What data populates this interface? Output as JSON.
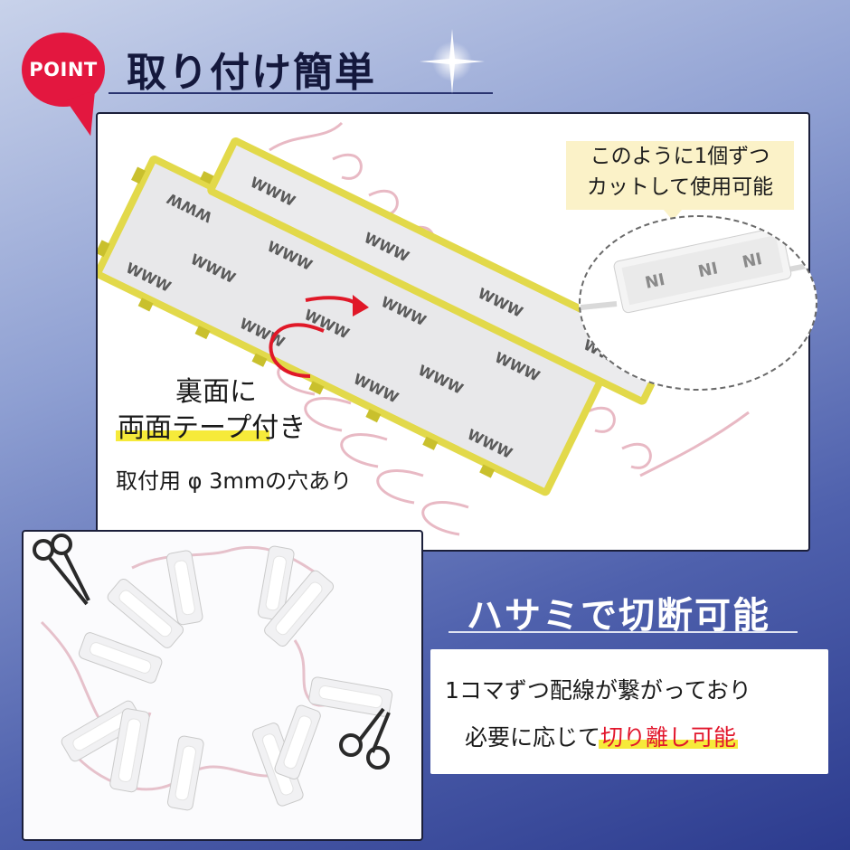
{
  "badge": {
    "label": "POINT"
  },
  "header": {
    "title": "取り付け簡単"
  },
  "callout": {
    "line1": "このように1個ずつ",
    "line2": "カットして使用可能"
  },
  "labels": {
    "back": "裏面に",
    "tape": "両面テープ付き",
    "hole": "取付用 φ 3mmの穴あり"
  },
  "cut": {
    "title": "ハサミで切断可能",
    "line1": "1コマずつ配線が繋がっており",
    "line2_prefix": "必要に応じて",
    "line2_highlight": "切り離し可能"
  },
  "colors": {
    "badge": "#e3173f",
    "highlight_yellow": "#f6ea3a",
    "highlight_red": "#e2162c",
    "module_yellow": "#e2d94a",
    "tape_backing": "#e8e8ea"
  },
  "icons": [
    "sparkle-icon",
    "rotate-arrow-icon",
    "scissors-icon"
  ]
}
